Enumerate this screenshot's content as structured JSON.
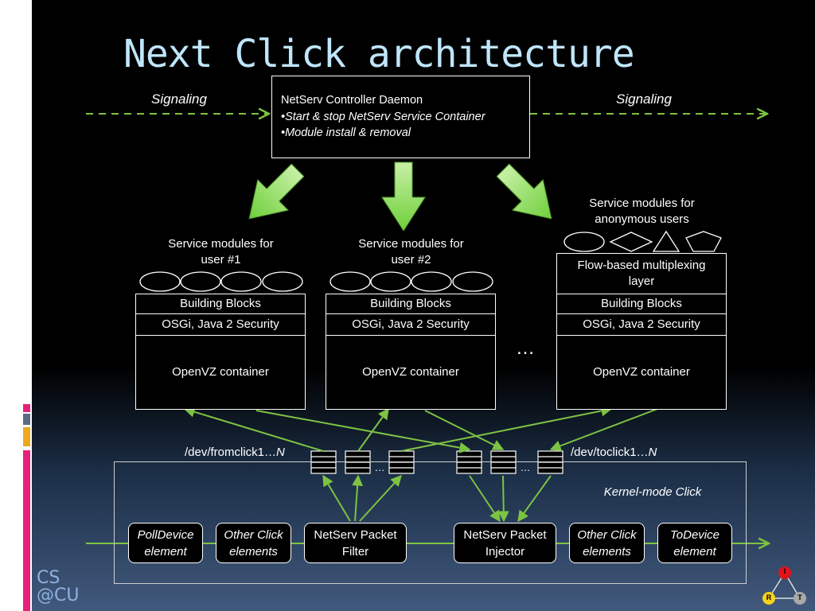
{
  "slide": {
    "title": "Next Click architecture"
  },
  "signaling": {
    "left_label": "Signaling",
    "right_label": "Signaling"
  },
  "controller": {
    "title": "NetServ Controller Daemon",
    "bullets": [
      "•Start & stop NetServ Service Container",
      "•Module install & removal"
    ]
  },
  "containers": [
    {
      "modules_label_line1": "Service modules for",
      "modules_label_line2": "user #1",
      "layers": [
        "Building Blocks",
        "OSGi, Java 2 Security",
        "OpenVZ container"
      ]
    },
    {
      "modules_label_line1": "Service modules for",
      "modules_label_line2": "user #2",
      "layers": [
        "Building Blocks",
        "OSGi, Java 2 Security",
        "OpenVZ container"
      ]
    },
    {
      "modules_label_line1": "Service modules for",
      "modules_label_line2": "anonymous users",
      "mux_line1": "Flow-based multiplexing",
      "mux_line2": "layer",
      "layers": [
        "Building Blocks",
        "OSGi, Java 2 Security",
        "OpenVZ container"
      ]
    }
  ],
  "ellipsis": "…",
  "devices": {
    "fromclick_prefix": "/dev/fromclick1…",
    "toclick_prefix": "/dev/toclick1…",
    "count_var": "N",
    "queue_ellipsis": "…"
  },
  "kernel": {
    "label": "Kernel-mode Click",
    "elements": [
      {
        "line1": "PollDevice",
        "line2": "element",
        "italic": true
      },
      {
        "line1": "Other Click",
        "line2": "elements",
        "italic": true
      },
      {
        "line1": "NetServ Packet",
        "line2": "Filter",
        "italic": false
      },
      {
        "line1": "NetServ Packet",
        "line2": "Injector",
        "italic": false
      },
      {
        "line1": "Other Click",
        "line2": "elements",
        "italic": true
      },
      {
        "line1": "ToDevice",
        "line2": "element",
        "italic": true
      }
    ]
  },
  "logo": {
    "line1": "CS",
    "line2": "@CU"
  },
  "badge": {
    "letters": [
      "I",
      "R",
      "T"
    ]
  },
  "colors": {
    "title": "#bfe6fb",
    "arrow_green": "#7dc343",
    "big_arrow_green": "#8edb55",
    "accent_pink": "#e8207a",
    "accent_gray": "#5f6b80",
    "accent_gold": "#f0a81b"
  },
  "icons": [
    "big-down-arrow",
    "module-ellipse",
    "module-diamond",
    "module-triangle",
    "module-pentagon",
    "packet-queue",
    "shield-icon"
  ]
}
